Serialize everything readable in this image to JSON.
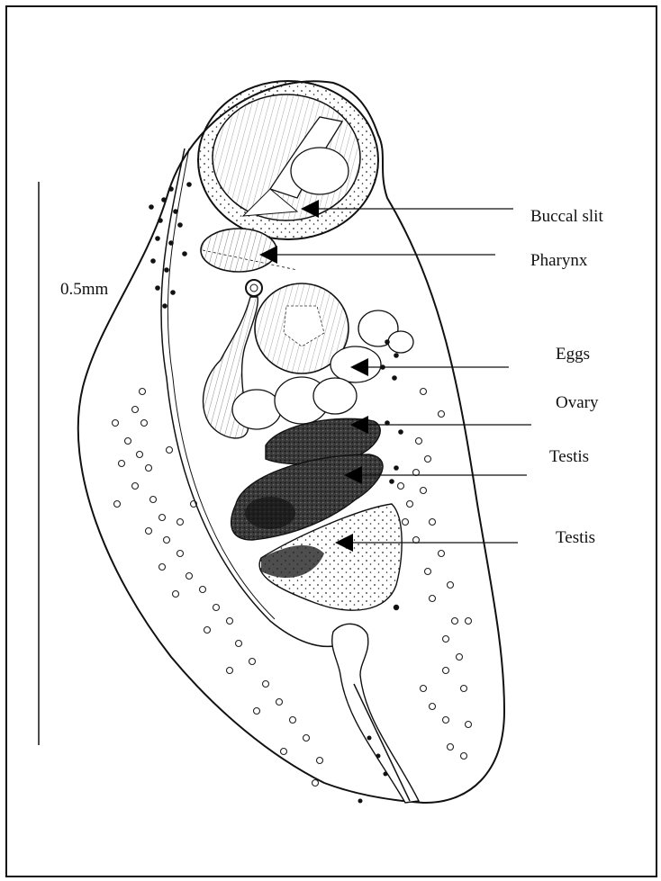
{
  "figure": {
    "scale_bar_label": "0.5mm",
    "labels": {
      "buccal_slit": "Buccal slit",
      "pharynx": "Pharynx",
      "eggs": "Eggs",
      "ovary": "Ovary",
      "testis_anterior": "Testis",
      "testis_posterior": "Testis"
    }
  }
}
